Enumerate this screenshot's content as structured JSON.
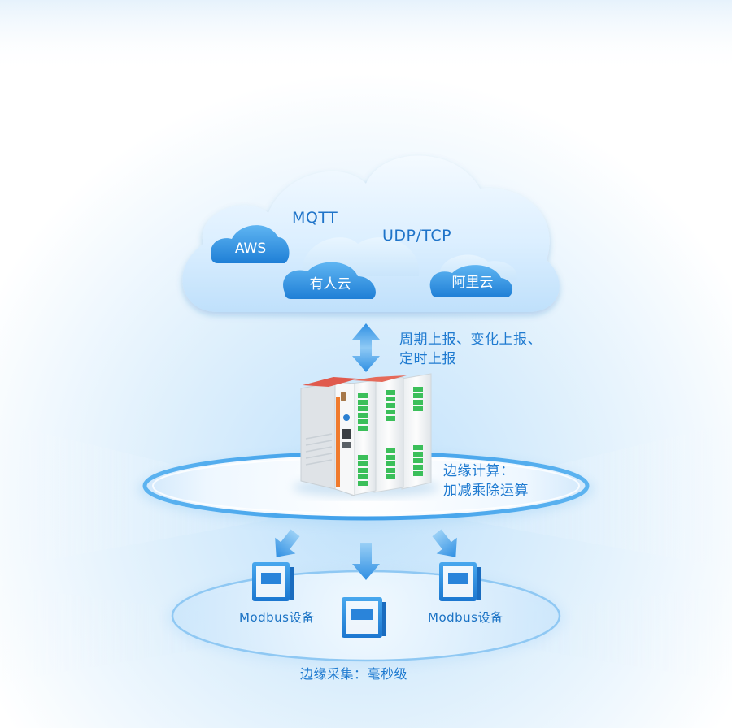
{
  "cloud": {
    "protocols": [
      "MQTT",
      "UDP/TCP"
    ],
    "platforms": [
      "AWS",
      "有人云",
      "阿里云"
    ]
  },
  "upload_note": {
    "line1": "周期上报、变化上报、",
    "line2": "定时上报"
  },
  "edge_compute": {
    "line1": "边缘计算：",
    "line2": "加减乘除运算"
  },
  "devices": {
    "left_label": "Modbus设备",
    "right_label": "Modbus设备"
  },
  "footer": {
    "label": "边缘采集：毫秒级"
  },
  "colors": {
    "accent": "#1f74c9",
    "cloud_pill": "#2b8fe0",
    "arrow": "#2f93e6",
    "device_orange": "#f07a2c",
    "terminal_green": "#3bbf5a"
  },
  "icons": [
    "bidirectional-arrow-icon",
    "down-arrow-icon",
    "meter-icon",
    "gateway-icon"
  ]
}
